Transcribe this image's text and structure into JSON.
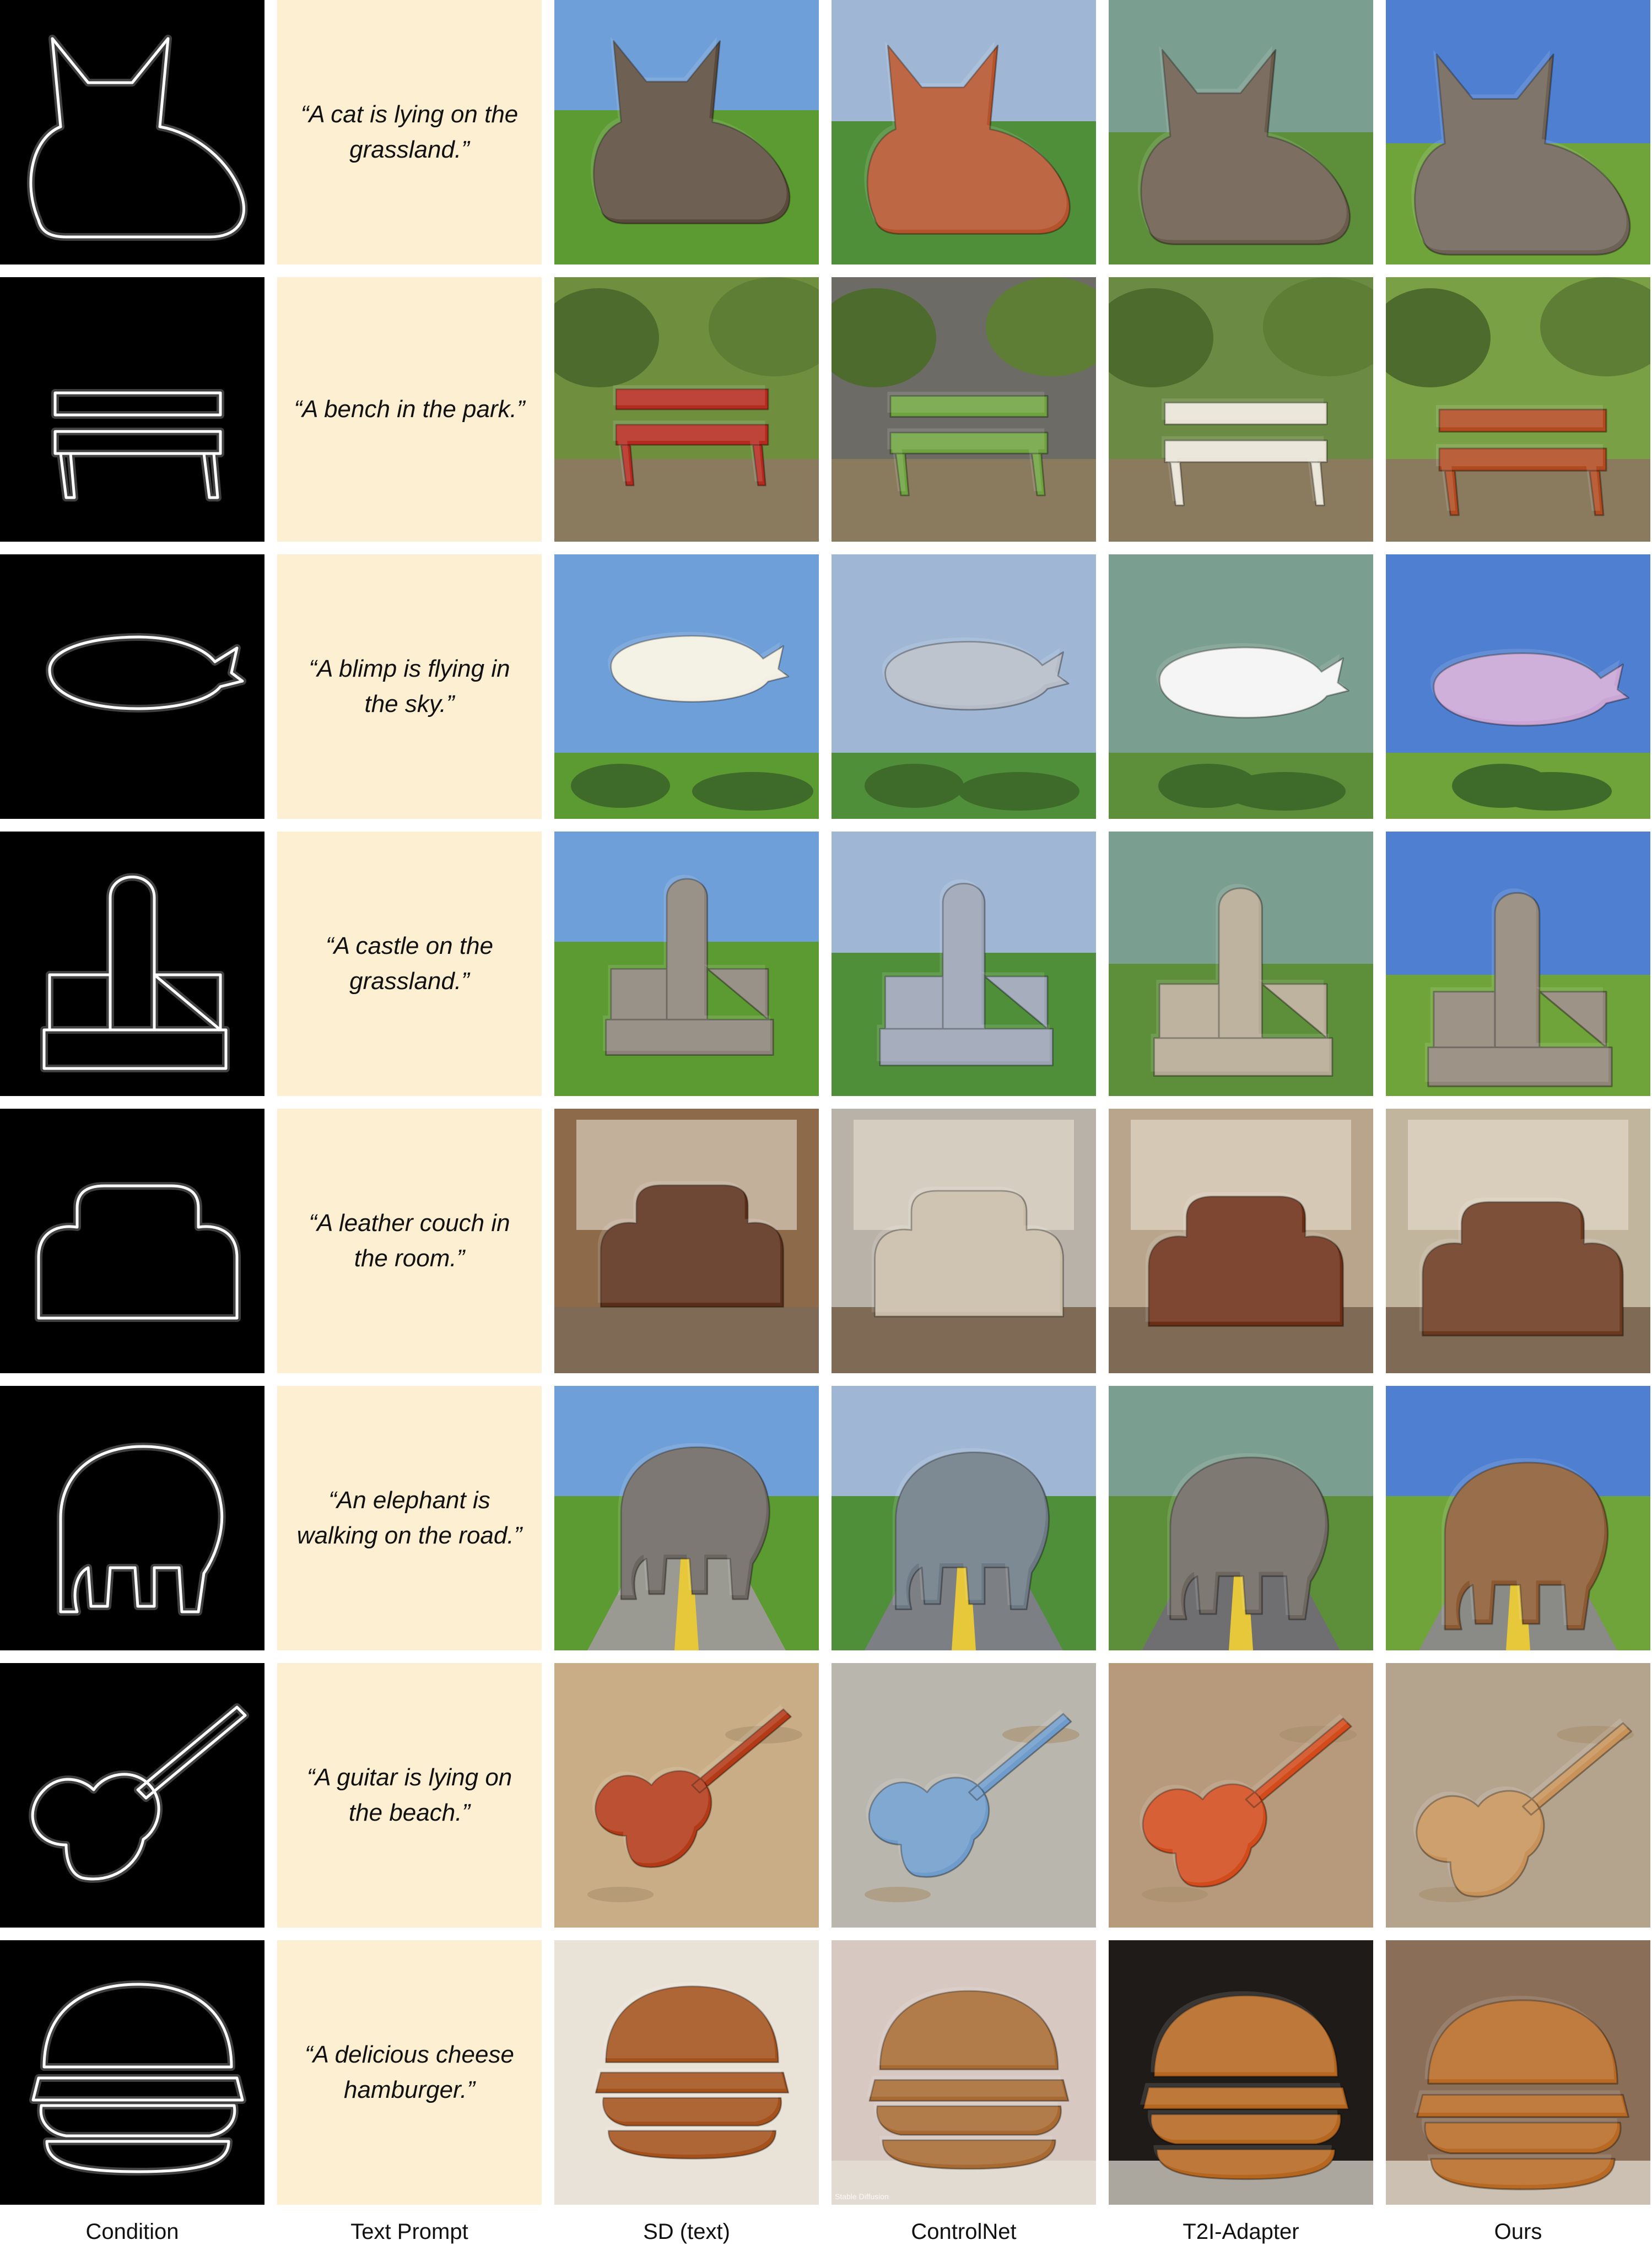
{
  "columns": [
    "Condition",
    "Text Prompt",
    "SD (text)",
    "ControlNet",
    "T2I-Adapter",
    "Ours"
  ],
  "rows": [
    {
      "prompt": "“A cat is lying on the grassland.”",
      "subject": "cat",
      "scene": "grass"
    },
    {
      "prompt": "“A bench in the park.”",
      "subject": "bench",
      "scene": "park"
    },
    {
      "prompt": "“A blimp is flying in the sky.”",
      "subject": "blimp",
      "scene": "sky"
    },
    {
      "prompt": "“A castle on the grassland.”",
      "subject": "castle",
      "scene": "grass"
    },
    {
      "prompt": "“A leather couch in the room.”",
      "subject": "couch",
      "scene": "room"
    },
    {
      "prompt": "“An elephant is walking on the road.”",
      "subject": "elephant",
      "scene": "road"
    },
    {
      "prompt": "“A guitar is lying on the beach.”",
      "subject": "guitar",
      "scene": "sand"
    },
    {
      "prompt": "“A delicious cheese hamburger.”",
      "subject": "burger",
      "scene": "plate"
    }
  ],
  "watermark": "Stable Diffusion",
  "colors": {
    "prompt_bg": "#fdf0d2",
    "condition_bg": "#000000",
    "edge": "#ffffff"
  },
  "palettes": {
    "sd": {
      "sky": "#6f9fd8",
      "grass": "#5c9a32",
      "park": "#6f8f3e",
      "room": "#8c6a4a",
      "road": "#9a9a92",
      "sand": "#c9ad86",
      "plate": "#e9e2d6",
      "cat": "#5a4a3c",
      "bench": "#b52a1e",
      "blimp": "#f3efe2",
      "castle": "#8b8379",
      "couch": "#5a2f1a",
      "elephant": "#6b6660",
      "guitar": "#b23a16",
      "burger": "#a4511c"
    },
    "controlnet": {
      "sky": "#9fb7d4",
      "grass": "#4f8f3a",
      "park": "#6d6b66",
      "room": "#b9b2a8",
      "road": "#7c7f84",
      "sand": "#b9b6ae",
      "plate": "#d7c8c2",
      "cat": "#b4532c",
      "bench": "#6fa33f",
      "blimp": "#b6bcc8",
      "castle": "#9aa3b4",
      "couch": "#c8bca7",
      "elephant": "#6d7a85",
      "guitar": "#6f9ccb",
      "burger": "#a76a32"
    },
    "t2i": {
      "sky": "#7a9e8f",
      "grass": "#5d8f3a",
      "park": "#6b8a44",
      "room": "#b8a58c",
      "road": "#6f6f72",
      "sand": "#b79a7b",
      "plate": "#1e1b18",
      "cat": "#6a5c4c",
      "bench": "#e9e4d6",
      "blimp": "#f4f4f4",
      "castle": "#b4a992",
      "couch": "#6b2e15",
      "elephant": "#6e6760",
      "guitar": "#d24b1b",
      "burger": "#b5661f"
    },
    "ours": {
      "sky": "#4e7fd0",
      "grass": "#6fa43a",
      "park": "#79a044",
      "room": "#c2b59e",
      "road": "#8a8a86",
      "sand": "#b4a48e",
      "plate": "#8a6e58",
      "cat": "#6e6256",
      "bench": "#b14a1f",
      "blimp": "#c9a6d6",
      "castle": "#918577",
      "couch": "#6b3a1e",
      "elephant": "#8b5a33",
      "guitar": "#c8935a",
      "burger": "#b86a24"
    }
  }
}
